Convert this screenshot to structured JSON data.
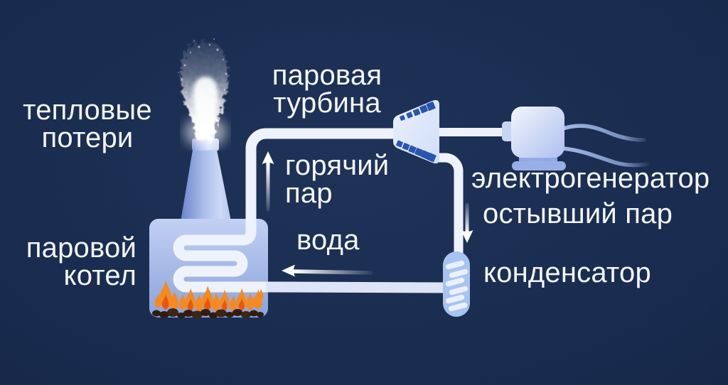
{
  "diagram": {
    "labels": {
      "heat_losses": "тепловые\nпотери",
      "steam_turbine": "паровая\nтурбина",
      "hot_steam": "горячий\nпар",
      "generator": "электрогенератор",
      "cooled_steam": "остывший пар",
      "water": "вода",
      "condenser": "конденсатор",
      "boiler": "паровой\nкотел"
    },
    "components": [
      {
        "icon": "smoke-plume-icon"
      },
      {
        "icon": "chimney-icon"
      },
      {
        "icon": "boiler-icon"
      },
      {
        "icon": "heating-coil-icon"
      },
      {
        "icon": "flames-icon"
      },
      {
        "icon": "coals-icon"
      },
      {
        "icon": "steam-turbine-icon"
      },
      {
        "icon": "generator-icon"
      },
      {
        "icon": "power-wires-icon"
      },
      {
        "icon": "condenser-icon"
      }
    ],
    "arrows": [
      {
        "name": "hot-steam-arrow",
        "direction": "up"
      },
      {
        "name": "cooled-steam-arrow",
        "direction": "down"
      },
      {
        "name": "water-arrow",
        "direction": "left"
      }
    ],
    "colors": {
      "background": "#172a4e",
      "pipe_steam": "#eef2fc",
      "pipe_water": "#dbe5f7",
      "component_light": "#dce6f8",
      "turbine_blade": "#2553ae",
      "condenser_fill": "#a7c3f1",
      "flame_orange": "#f5891e",
      "flame_red": "#e65511",
      "coal": "#2e1b10",
      "text": "#f3f6fb"
    }
  }
}
